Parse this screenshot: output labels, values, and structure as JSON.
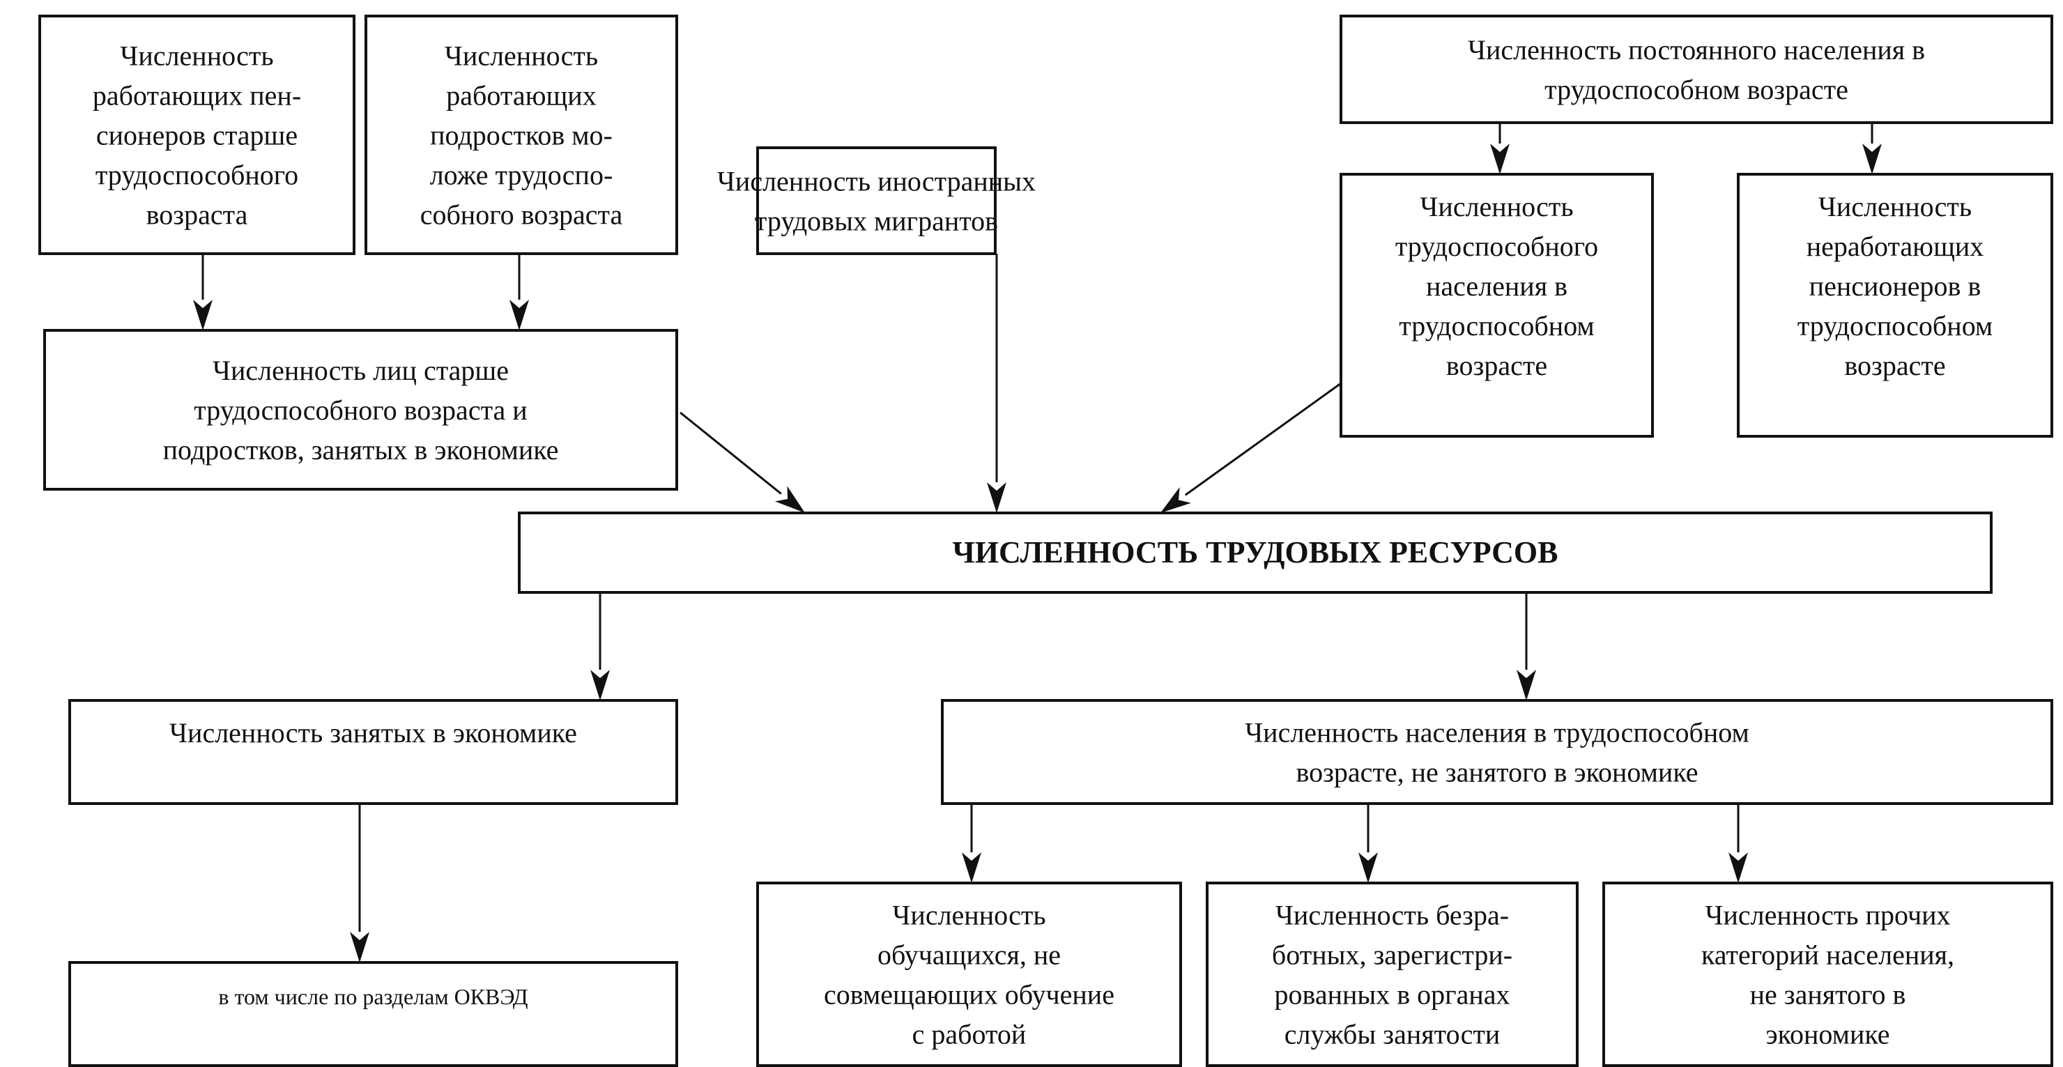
{
  "diagram": {
    "title": "Численность трудовых ресурсов",
    "nodes": [
      {
        "id": "working_pensioners",
        "lines": [
          "Численность",
          "работающих пен-",
          "сионеров старше",
          "трудоспособного",
          "возраста"
        ]
      },
      {
        "id": "working_teens",
        "lines": [
          "Численность",
          "работающих",
          "подростков мо-",
          "ложе трудоспо-",
          "собного возраста"
        ]
      },
      {
        "id": "foreign_migrants",
        "lines": [
          "Численность иностранных",
          "трудовых мигрантов"
        ]
      },
      {
        "id": "permanent_working_age",
        "lines": [
          "Численность постоянного населения в",
          "трудоспособном возрасте"
        ]
      },
      {
        "id": "able_working_age",
        "lines": [
          "Численность",
          "трудоспособного",
          "населения в",
          "трудоспособном",
          "возрасте"
        ]
      },
      {
        "id": "nonworking_pensioners",
        "lines": [
          "Численность",
          "неработающих",
          "пенсионеров  в",
          "трудоспособном",
          "возрасте"
        ]
      },
      {
        "id": "older_and_teens_employed",
        "lines": [
          "Численность лиц старше",
          "трудоспособного возраста и",
          "подростков, занятых в экономике"
        ]
      },
      {
        "id": "labor_resources",
        "lines": [
          "ЧИСЛЕННОСТЬ ТРУДОВЫХ РЕСУРСОВ"
        ]
      },
      {
        "id": "employed",
        "lines": [
          "Численность занятых в экономике"
        ]
      },
      {
        "id": "not_employed_working_age",
        "lines": [
          "Численность населения в трудоспособном",
          "возрасте, не занятого в экономике"
        ]
      },
      {
        "id": "by_okved",
        "lines": [
          "в том числе по разделам ОКВЭД"
        ]
      },
      {
        "id": "students",
        "lines": [
          "Численность",
          "обучащихся, не",
          "совмещающих обучение",
          "с работой"
        ]
      },
      {
        "id": "unemployed_registered",
        "lines": [
          "Численность безра-",
          "ботных, зарегистри-",
          "рованных в органах",
          "службы занятости"
        ]
      },
      {
        "id": "other_categories",
        "lines": [
          "Численность прочих",
          "категорий населения,",
          "не занятого в",
          "экономике"
        ]
      }
    ],
    "edges": [
      {
        "from": "working_pensioners",
        "to": "older_and_teens_employed"
      },
      {
        "from": "working_teens",
        "to": "older_and_teens_employed"
      },
      {
        "from": "permanent_working_age",
        "to": "able_working_age"
      },
      {
        "from": "permanent_working_age",
        "to": "nonworking_pensioners"
      },
      {
        "from": "older_and_teens_employed",
        "to": "labor_resources"
      },
      {
        "from": "foreign_migrants",
        "to": "labor_resources"
      },
      {
        "from": "able_working_age",
        "to": "labor_resources"
      },
      {
        "from": "labor_resources",
        "to": "employed"
      },
      {
        "from": "labor_resources",
        "to": "not_employed_working_age"
      },
      {
        "from": "employed",
        "to": "by_okved"
      },
      {
        "from": "not_employed_working_age",
        "to": "students"
      },
      {
        "from": "not_employed_working_age",
        "to": "unemployed_registered"
      },
      {
        "from": "not_employed_working_age",
        "to": "other_categories"
      }
    ]
  }
}
